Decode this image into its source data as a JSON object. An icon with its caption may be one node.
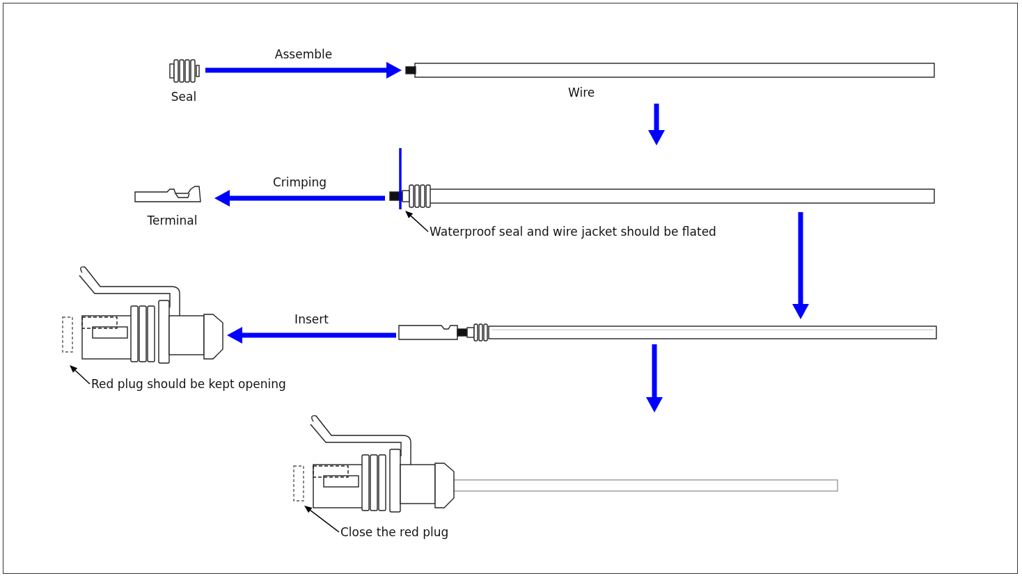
{
  "diagram": {
    "nodes": [
      {
        "text": [
          "Seal"
        ]
      },
      {
        "text": [
          "Wire"
        ]
      },
      {
        "text": [
          "Terminal"
        ]
      },
      {
        "text": [],
        "shape": "picture"
      },
      {
        "text": [
          "Waterproof seal and wire jacket should be flated"
        ]
      },
      {
        "text": [],
        "shape": "picture"
      },
      {
        "text": [],
        "shape": "picture"
      },
      {
        "text": [
          "Red plug should be kept opening"
        ]
      },
      {
        "text": [],
        "shape": "picture"
      },
      {
        "text": [
          "Close the red plug"
        ]
      }
    ],
    "edges": [
      {
        "from": 0,
        "to": 1,
        "arrow": "to",
        "label": "Assemble"
      },
      {
        "from": 1,
        "to": 3,
        "arrow": "to"
      },
      {
        "from": 3,
        "to": 2,
        "arrow": "to",
        "label": "Crimping"
      },
      {
        "from": 3,
        "to": 6,
        "arrow": "to"
      },
      {
        "from": 6,
        "to": 5,
        "arrow": "to",
        "label": "Insert"
      },
      {
        "from": 6,
        "to": 8,
        "arrow": "to"
      },
      {
        "from": 4,
        "to": 3,
        "arrow": "to",
        "color": "#000000"
      },
      {
        "from": 7,
        "to": 5,
        "arrow": "to",
        "color": "#000000"
      },
      {
        "from": 9,
        "to": 8,
        "arrow": "to",
        "color": "#000000"
      }
    ]
  }
}
